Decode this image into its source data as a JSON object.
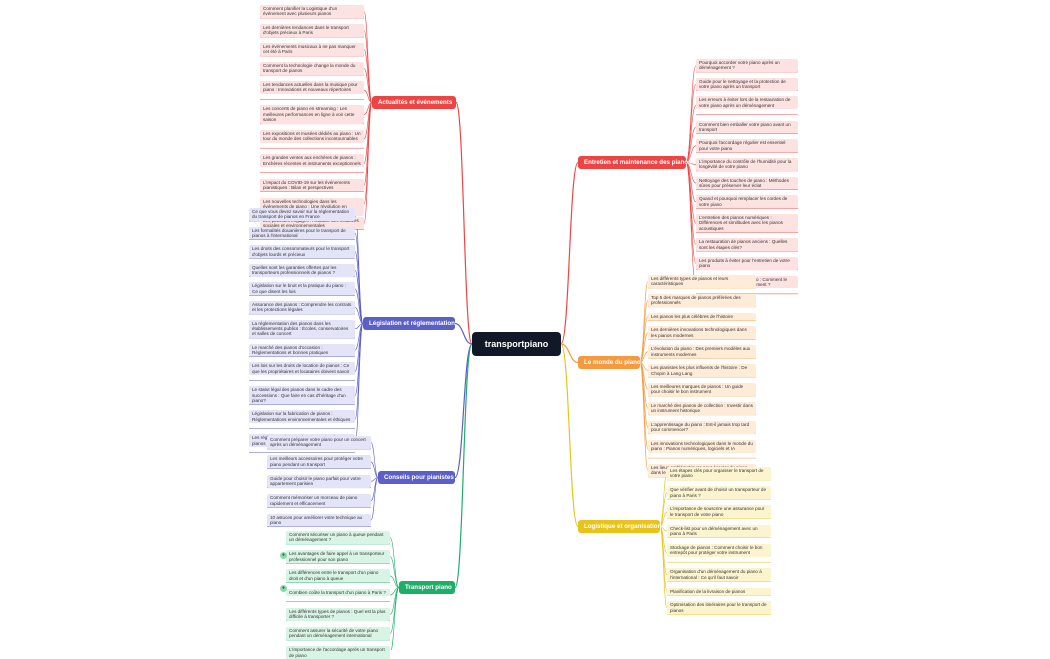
{
  "root": {
    "title": "transportpiano"
  },
  "colors": {
    "red": "#ef4444",
    "red_leaf": "#fde2e2",
    "blue": "#5b5fc7",
    "blue_leaf": "#e3e4f8",
    "green": "#1fad6a",
    "green_leaf": "#d7f4e4",
    "orange": "#f59a3e",
    "orange_leaf": "#feecd9",
    "yellow": "#eac31a",
    "yellow_leaf": "#fbf4cf"
  },
  "branches": [
    {
      "id": "actualites",
      "label": "Actualités et événements",
      "color": "red",
      "side": "left",
      "items": [
        "Comment planifier la Logistique d'un événement avec plusieurs pianos",
        "Les dernières tendances dans le transport d'objets précieux à Paris",
        "Les événements musicaux à ne pas manquer cet été à Paris",
        "Comment la technologie change la monde du transport de pianos",
        "Les tendances actuelles dans la musique pour piano : Innovations et nouveaux répertoires",
        "Les concerts de piano en streaming : Les meilleures performances en ligne à voir cette saison",
        "Les expositions et musées dédiés au piano : Un tour du monde des collections incontournables",
        "Les grandes ventes aux enchères de pianos : Enchères récentes et instruments exceptionnels",
        "L'impact du COVID-19 sur les événements pianistiques : Bilan et perspectives",
        "Les nouvelles technologies dans les événements de piano : Une révolution en marche",
        "Les pianistes engagés : Actualité des initiatives sociales et environnementales"
      ]
    },
    {
      "id": "legislation",
      "label": "Législation et réglementation",
      "color": "blue",
      "side": "left",
      "items": [
        "Ce que vous devez savoir sur la réglementation du transport de pianos en France",
        "Les formalités douanières pour le transport de pianos à l'international",
        "Les droits des consommateurs pour le transport d'objets lourds et précieux",
        "Quelles sont les garanties offertes par les transporteurs professionnels de pianos ?",
        "Législation sur le bruit et la pratique du piano : Ce que disent les lois",
        "Assurance des pianos : Comprendre les contrats et les protections légales",
        "La réglementation des pianos dans les établissements publics : Écoles, conservatoires et salles de concert",
        "Le marché des pianos d'occasion : Réglementations et bonnes pratiques",
        "Les lois sur les droits de location de pianos : Ce que les propriétaires et locataires doivent savoir",
        "Le statut légal des pianos dans le cadre des successions : Que faire en cas d'héritage d'un piano?",
        "Législation sur la fabrication de pianos : Réglementations environnementales et éthiques",
        "Les réglementations sur la restauration de pianos anciens : Quelles sont les limites légales?"
      ]
    },
    {
      "id": "conseils",
      "label": "Conseils pour pianistes",
      "color": "blue",
      "side": "left",
      "items": [
        "Comment préparer votre piano pour un concert après un déménagement",
        "Les meilleurs accessoires pour protéger votre piano pendant un transport",
        "Guide pour choisir le piano parfait pour votre appartement parisien",
        "Comment mémoriser un morceau de piano rapidement et efficacement",
        "10 astuces pour améliorer votre technique au piano"
      ]
    },
    {
      "id": "transport",
      "label": "Transport piano",
      "color": "green",
      "side": "left",
      "items": [
        "Comment sécuriser un piano à queue pendant un déménagement ?",
        "Les avantages de faire appel à un transporteur professionnel pour son piano",
        "Les différences entre le transport d'un piano droit et d'un piano à queue",
        "Combien coûte la transport d'un piano à Paris ?",
        "Les différents types de pianos : Quel est la plus difficile à transporter ?",
        "Comment assurer la sécurité de votre piano pendant un déménagement international",
        "L'importance de l'accordage après un transport de piano"
      ]
    },
    {
      "id": "entretien",
      "label": "Entretien et maintenance des pianos",
      "color": "red",
      "side": "right",
      "items": [
        "Pourquoi accorder votre piano après un déménagement ?",
        "Guide pour le nettoyage et la protection de votre piano après un transport",
        "Les erreurs à éviter lors de la restauration de votre piano après un déménagement",
        "Comment bien emballer votre piano avant un transport",
        "Pourquoi l'accordage régulier est essentiel pour votre piano",
        "L'importance du contrôle de l'humidité pour la longévité de votre piano",
        "Nettoyage des touches de piano : Méthodes sûres pour préserver leur éclat",
        "Quand et pourquoi remplacer les cordes de votre piano",
        "L'entretien des pianos numériques : Différences et similitudes avec les pianos acoustiques",
        "La restauration de pianos anciens : Quelles sont les étapes clés?",
        "Les produits à éviter pour l'entretien de votre piano",
        "Entretien saisonnier du piano : Comment le climat affecte-t-il votre instrument ?"
      ]
    },
    {
      "id": "monde",
      "label": "Le monde du piano",
      "color": "orange",
      "side": "right",
      "items": [
        "Les différents types de pianos et leurs caractéristiques",
        "Top 5 des marques de pianos préférées des professionnels",
        "Les pianos les plus célèbres de l'histoire",
        "Les dernières innovations technologiques dans les pianos modernes",
        "L'évolution du piano : Des premiers modèles aux instruments modernes",
        "Les pianistes les plus influents de l'histoire : De Chopin à Lang Lang",
        "Les meilleures marques de pianos : Un guide pour choisir le bon instrument",
        "Le marché des pianos de collection : Investir dans un instrument historique",
        "L'apprentissage du piano : Est-il jamais trop tard pour commencer?",
        "Les innovations technologiques dans le monde du piano : Pianos numériques, logiciels et IA",
        "Les lieux emblématiques pour écouter du piano dans le monde"
      ]
    },
    {
      "id": "logistique",
      "label": "Logistique et organisation",
      "color": "yellow",
      "side": "right",
      "items": [
        "Les étapes clés pour organiser le transport de votre piano",
        "Que vérifier avant de choisir un transporteur de piano à Paris ?",
        "L'importance de souscrire une assurance pour le transport de votre piano",
        "Check-list pour un déménagement avec un piano à Paris",
        "Stockage de pianos : Comment choisir le bon entrepôt pour protéger votre instrument",
        "Organisation d'un déménagement du piano à l'international : Ce qu'il faut savoir",
        "Planification de la livraison de pianos",
        "Optimisation des itinéraires pour le transport de pianos"
      ]
    }
  ]
}
